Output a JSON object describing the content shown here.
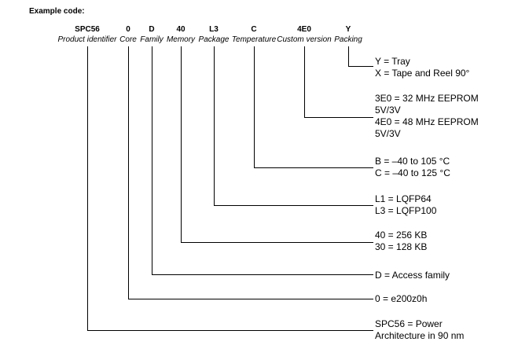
{
  "heading": "Example code:",
  "code": {
    "segments": [
      {
        "code": "SPC56",
        "label": "Product identifier"
      },
      {
        "code": "0",
        "label": "Core"
      },
      {
        "code": "D",
        "label": "Family"
      },
      {
        "code": "40",
        "label": "Memory"
      },
      {
        "code": "L3",
        "label": "Package"
      },
      {
        "code": "C",
        "label": "Temperature"
      },
      {
        "code": "4E0",
        "label": "Custom version"
      },
      {
        "code": "Y",
        "label": "Packing"
      }
    ]
  },
  "legend": [
    {
      "id": "packing",
      "lines": [
        "Y = Tray",
        "X = Tape and Reel 90°"
      ]
    },
    {
      "id": "custom-version",
      "lines": [
        "3E0 = 32 MHz EEPROM",
        "5V/3V",
        "4E0 = 48 MHz EEPROM",
        "5V/3V"
      ]
    },
    {
      "id": "temperature",
      "lines": [
        "B = –40 to 105 °C",
        "C = –40 to 125 °C"
      ]
    },
    {
      "id": "package",
      "lines": [
        "L1 = LQFP64",
        "L3 = LQFP100"
      ]
    },
    {
      "id": "memory",
      "lines": [
        "40 = 256 KB",
        "30 = 128 KB"
      ]
    },
    {
      "id": "family",
      "lines": [
        "D = Access family"
      ]
    },
    {
      "id": "core",
      "lines": [
        "0 = e200z0h"
      ]
    },
    {
      "id": "product-identifier",
      "lines": [
        "SPC56 = Power",
        "Architecture in 90 nm"
      ]
    }
  ],
  "colors": {
    "text": "#000000",
    "line": "#000000",
    "background": "#ffffff"
  }
}
